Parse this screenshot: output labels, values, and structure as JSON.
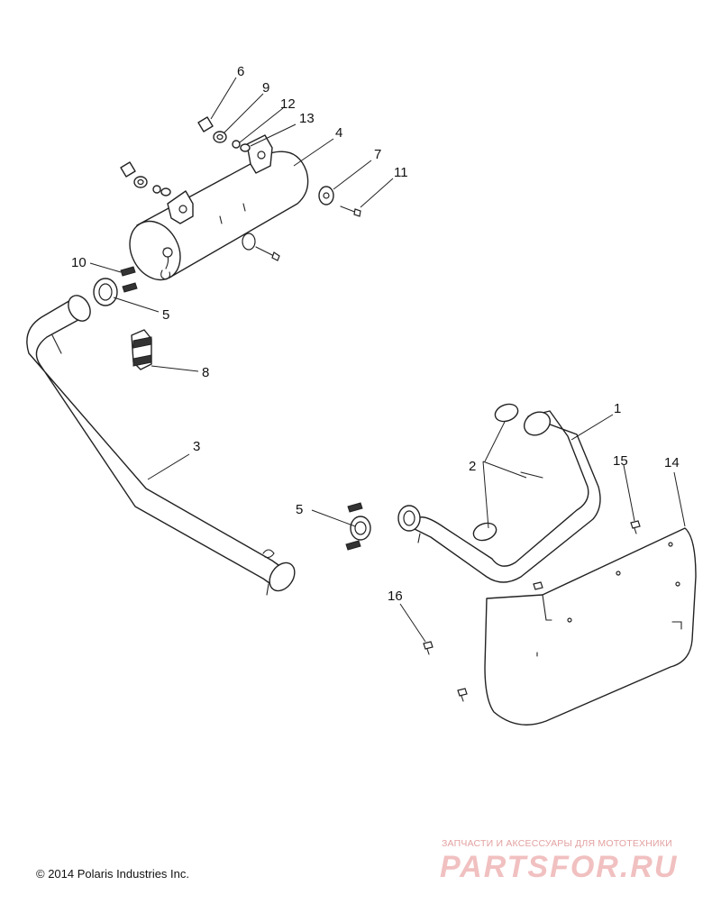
{
  "callouts": [
    {
      "id": "c1",
      "label": "1"
    },
    {
      "id": "c2",
      "label": "2"
    },
    {
      "id": "c3",
      "label": "3"
    },
    {
      "id": "c4",
      "label": "4"
    },
    {
      "id": "c5a",
      "label": "5"
    },
    {
      "id": "c5b",
      "label": "5"
    },
    {
      "id": "c6",
      "label": "6"
    },
    {
      "id": "c7",
      "label": "7"
    },
    {
      "id": "c8",
      "label": "8"
    },
    {
      "id": "c9",
      "label": "9"
    },
    {
      "id": "c10",
      "label": "10"
    },
    {
      "id": "c11",
      "label": "11"
    },
    {
      "id": "c12",
      "label": "12"
    },
    {
      "id": "c13",
      "label": "13"
    },
    {
      "id": "c14",
      "label": "14"
    },
    {
      "id": "c15",
      "label": "15"
    },
    {
      "id": "c16",
      "label": "16"
    }
  ],
  "footer": {
    "copyright": "© 2014 Polaris Industries Inc."
  },
  "watermark": {
    "tagline": "ЗАПЧАСТИ И АКСЕССУАРЫ ДЛЯ МОТОТЕХНИКИ",
    "logo": "PARTSFOR.RU"
  }
}
